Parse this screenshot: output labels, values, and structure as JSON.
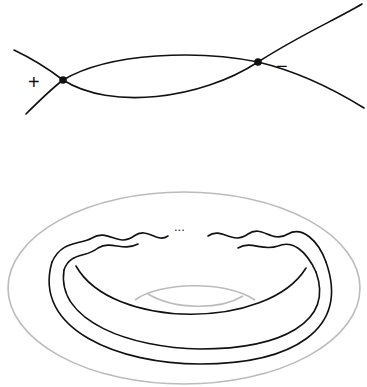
{
  "diagram": {
    "labels": [
      "+",
      "−",
      "..."
    ]
  }
}
